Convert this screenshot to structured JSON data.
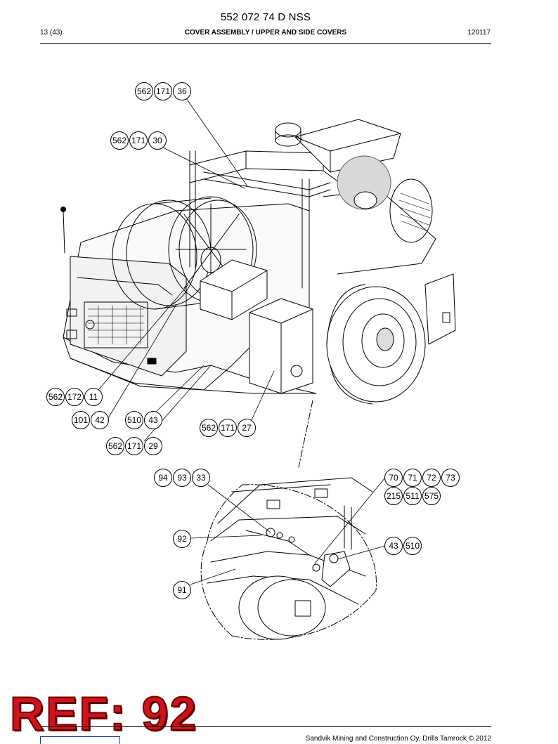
{
  "header": {
    "doc_number": "552 072 74 D NSS",
    "page": "13 (43)",
    "title": "COVER ASSEMBLY / UPPER AND SIDE COVERS",
    "date": "120117"
  },
  "callouts": {
    "c1": [
      "562",
      "171",
      "36"
    ],
    "c2": [
      "562",
      "171",
      "30"
    ],
    "c3": [
      "562",
      "172",
      "11"
    ],
    "c4": [
      "101",
      "42"
    ],
    "c5": [
      "510",
      "43"
    ],
    "c6": [
      "562",
      "171",
      "29"
    ],
    "c7": [
      "562",
      "171",
      "27"
    ],
    "c8": [
      "94",
      "93",
      "33"
    ],
    "c9": [
      "70",
      "71",
      "72",
      "73"
    ],
    "c10": [
      "215",
      "511",
      "575"
    ],
    "c11": [
      "92"
    ],
    "c12": [
      "43",
      "510"
    ],
    "c13": [
      "91"
    ]
  },
  "stamp": "REF: 92",
  "footer": {
    "copyright": "Sandvik Mining and Construction Oy, Drills Tamrock © 2012"
  }
}
